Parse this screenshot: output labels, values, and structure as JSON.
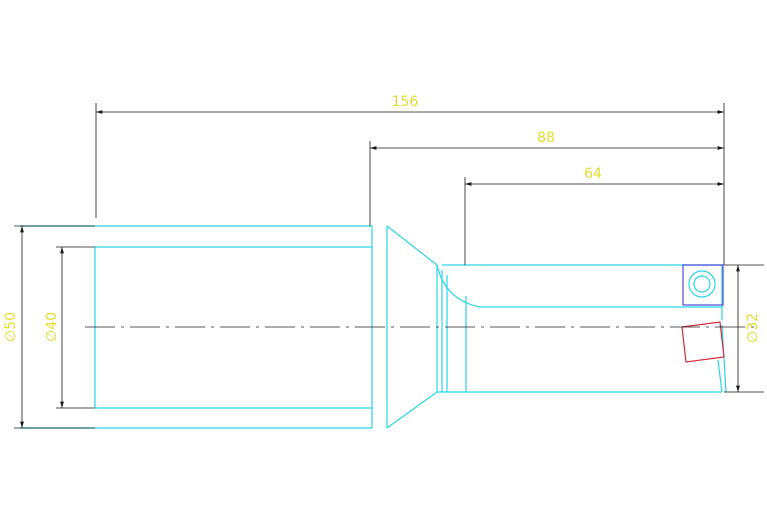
{
  "colors": {
    "background": "#ffffff",
    "outline": "#29d6e6",
    "dimension_line": "#1a1a1a",
    "dimension_text": "#e6dc2e",
    "centerline": "#222222",
    "insert_top": "#4a4ad8",
    "insert_bottom": "#d82a3a"
  },
  "dimensions": {
    "overall_length": "156",
    "length_88": "88",
    "length_64": "64",
    "dia_50": "∅50",
    "dia_40": "∅40",
    "dia_32": "∅32"
  }
}
